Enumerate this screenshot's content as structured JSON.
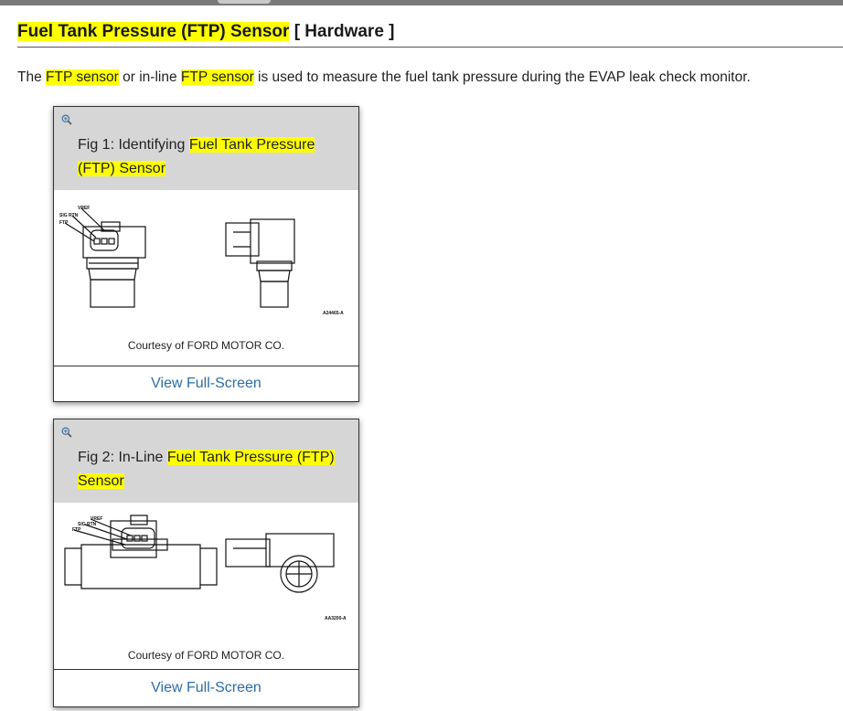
{
  "heading": {
    "title": "Fuel Tank Pressure (FTP) Sensor",
    "tag": "[ Hardware ]"
  },
  "intro": {
    "p1": "The ",
    "h1": "FTP sensor",
    "p2": " or in-line ",
    "h2": "FTP sensor",
    "p3": " is used to measure the fuel tank pressure during the EVAP leak check monitor."
  },
  "figures": [
    {
      "title_prefix": "Fig 1: Identifying ",
      "title_highlight_line1": "Fuel Tank Pressure",
      "title_highlight_line2": "(FTP) Sensor",
      "callouts": [
        "VREF",
        "SIG RTN",
        "FTP"
      ],
      "code": "A24465-A",
      "credit": "Courtesy of FORD MOTOR CO.",
      "link": "View Full-Screen",
      "icon": "zoom-in-icon"
    },
    {
      "title_prefix": "Fig 2: In-Line ",
      "title_highlight_line1": "Fuel Tank Pressure (FTP)",
      "title_highlight_line2": "Sensor",
      "callouts": [
        "VREF",
        "SIG RTN",
        "FTP"
      ],
      "code": "AA3200-A",
      "credit": "Courtesy of FORD MOTOR CO.",
      "link": "View Full-Screen",
      "icon": "zoom-in-icon"
    }
  ]
}
